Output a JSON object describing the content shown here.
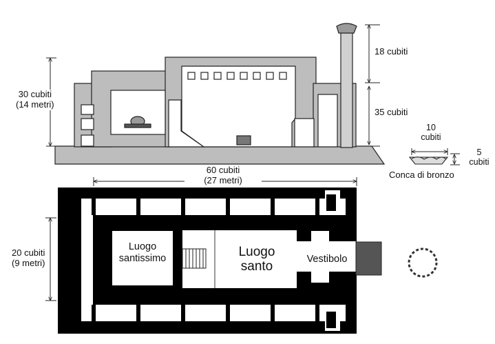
{
  "elevation": {
    "height_total": {
      "line1": "30 cubiti",
      "line2": "(14 metri)"
    },
    "column_height": "18 cubiti",
    "porch_height": "35 cubiti",
    "basin_width": {
      "line1": "10",
      "line2": "cubiti"
    },
    "basin_height": {
      "line1": "5",
      "line2": "cubiti"
    },
    "basin_label": "Conca di bronzo"
  },
  "plan": {
    "length": {
      "line1": "60 cubiti",
      "line2": "(27 metri)"
    },
    "width": {
      "line1": "20 cubiti",
      "line2": "(9 metri)"
    },
    "rooms": {
      "holy_of_holies": {
        "line1": "Luogo",
        "line2": "santissimo"
      },
      "holy_place": {
        "line1": "Luogo",
        "line2": "santo"
      },
      "vestibule": "Vestibolo"
    }
  }
}
